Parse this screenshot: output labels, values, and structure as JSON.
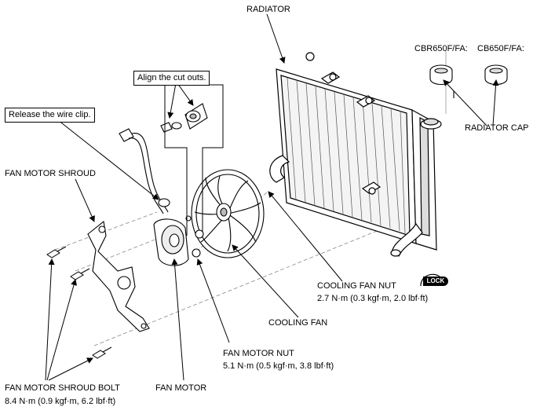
{
  "labels": {
    "radiator": "RADIATOR",
    "variant_a": "CBR650F/FA:",
    "variant_b": "CB650F/FA:",
    "radiator_cap": "RADIATOR CAP",
    "align_note": "Align the cut outs.",
    "release_note": "Release the wire clip.",
    "fan_motor_shroud": "FAN MOTOR SHROUD",
    "cooling_fan_nut": "COOLING FAN NUT",
    "cooling_fan_nut_torque": "2.7 N·m (0.3 kgf·m, 2.0 lbf·ft)",
    "lock_badge": "LOCK",
    "cooling_fan": "COOLING FAN",
    "fan_motor_nut": "FAN MOTOR NUT",
    "fan_motor_nut_torque": "5.1 N·m (0.5 kgf·m, 3.8 lbf·ft)",
    "shroud_bolt": "FAN MOTOR SHROUD BOLT",
    "shroud_bolt_torque": "8.4 N·m (0.9 kgf·m, 6.2 lbf·ft)",
    "fan_motor": "FAN MOTOR"
  }
}
